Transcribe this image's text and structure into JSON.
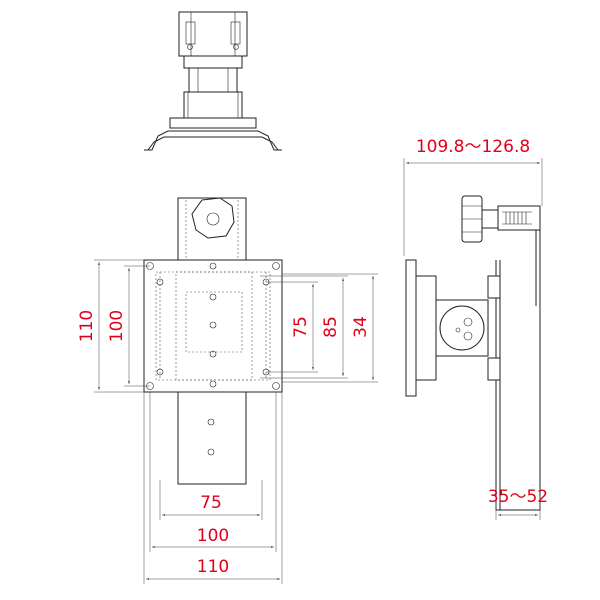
{
  "dimensions": {
    "bottom_width_outer": "110",
    "bottom_width_mid": "100",
    "bottom_width_inner": "75",
    "left_height_outer": "110",
    "left_height_inner": "100",
    "right_height_a": "75",
    "right_height_b": "85",
    "right_height_c": "34",
    "side_top_range": "109.8～126.8",
    "side_bottom_range": "35～52"
  },
  "colors": {
    "dimension_text": "#e0001b",
    "line": "#222222"
  }
}
